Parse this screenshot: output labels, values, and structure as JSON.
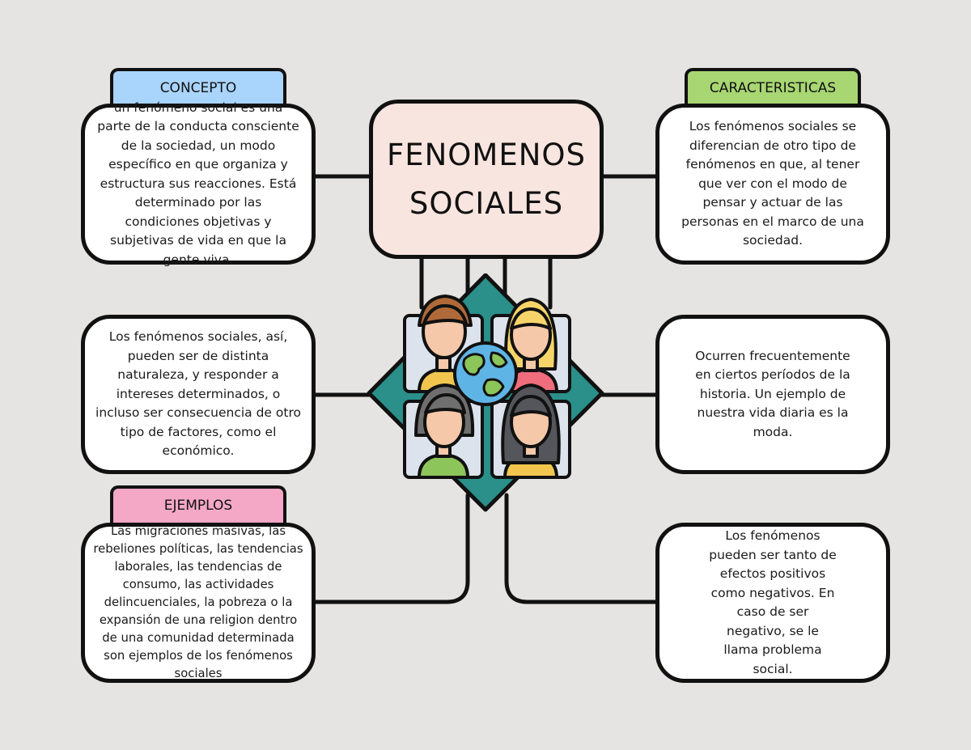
{
  "title": {
    "line1": "FENOMENOS",
    "line2": "SOCIALES"
  },
  "tags": {
    "concepto": "CONCEPTO",
    "caracteristicas": "CARACTERISTICAS",
    "ejemplos": "EJEMPLOS"
  },
  "boxes": {
    "concepto": "un fenómeno social es una parte de la conducta consciente de la sociedad, un modo específico en que organiza y estructura sus reacciones. Está determinado por las condiciones objetivas y subjetivas de vida en que la gente viva.",
    "caracteristicas": "Los fenómenos sociales se diferencian de otro tipo de fenómenos en que, al tener que ver con el modo de pensar y actuar de las personas en el marco de una sociedad.",
    "naturaleza": "Los fenómenos sociales, así, pueden ser de distinta naturaleza, y responder a intereses determinados, o incluso ser consecuencia de otro tipo de factores, como el económico.",
    "frecuencia": "Ocurren frecuentemente en ciertos períodos de la historia. Un ejemplo de nuestra vida diaria es la moda.",
    "ejemplos": "Las migraciones masivas, las rebeliones políticas, las tendencias laborales, las tendencias de consumo, las actividades delincuenciales, la pobreza o la expansión de una religion dentro de una comunidad determinada son ejemplos de los fenómenos sociales",
    "efectos": "Los fenómenos pueden ser tanto de efectos positivos como negativos. En caso de ser negativo, se le llama problema social."
  },
  "colors": {
    "background": "#e5e4e2",
    "title_fill": "#f9e5df",
    "concepto_tag": "#a9d4fc",
    "caracteristicas_tag": "#a8d672",
    "ejemplos_tag": "#f5a8c5",
    "diamond": "#2b8f8a"
  },
  "icons": [
    "people-network-icon",
    "globe-icon"
  ]
}
